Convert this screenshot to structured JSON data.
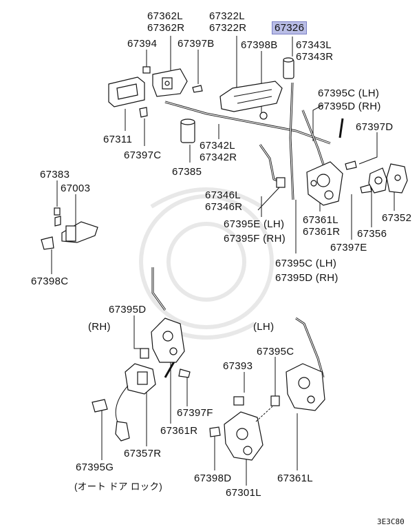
{
  "labels": {
    "p67362": "67362L",
    "p67362r": "67362R",
    "p67322": "67322L",
    "p67322r": "67322R",
    "p67326": "67326",
    "p67394": "67394",
    "p67397b": "67397B",
    "p67398b": "67398B",
    "p67343": "67343L",
    "p67343r": "67343R",
    "p67395c_top": "67395C (LH)",
    "p67395d_top": "67395D (RH)",
    "p67397d": "67397D",
    "p67311": "67311",
    "p67397c": "67397C",
    "p67342": "67342L",
    "p67342r": "67342R",
    "p67385": "67385",
    "p67383": "67383",
    "p67003": "67003",
    "p67346": "67346L",
    "p67346r": "67346R",
    "p67395e": "67395E (LH)",
    "p67395f": "67395F (RH)",
    "p67361_top": "67361L",
    "p67361r_top": "67361R",
    "p67352": "67352",
    "p67356": "67356",
    "p67397e": "67397E",
    "p67398c": "67398C",
    "p67395c_mid": "67395C (LH)",
    "p67395d_mid": "67395D (RH)",
    "p67395d_rh": "67395D",
    "rh": "(RH)",
    "lh": "(LH)",
    "p67393": "67393",
    "p67395c_lh": "67395C",
    "p67397f": "67397F",
    "p67361r_bottom": "67361R",
    "p67357r": "67357R",
    "p67395g": "67395G",
    "p67398d": "67398D",
    "p67301l": "67301L",
    "p67361l_bottom": "67361L",
    "auto_door_lock": "(オート ドア ロック)"
  },
  "diagram_code": "3E3C80",
  "highlight_color": "#b9bde6"
}
